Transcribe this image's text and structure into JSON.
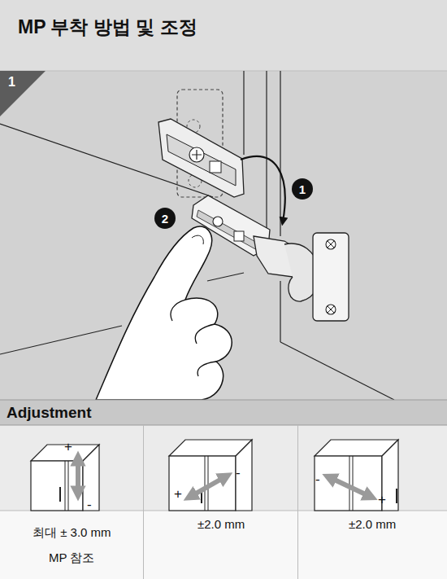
{
  "diagram": {
    "title": "MP 부착 방법 및 조정",
    "nodes": [
      {
        "text": [
          "1"
        ]
      },
      {
        "text": [
          "1"
        ]
      },
      {
        "text": [
          "2"
        ]
      },
      {
        "text": [
          "Adjustment"
        ]
      }
    ],
    "labels": [
      "+",
      "-",
      "최대 ± 3.0 mm",
      "MP 참조",
      "+",
      "-",
      "±2.0 mm",
      "-",
      "+",
      "±2.0 mm"
    ]
  }
}
